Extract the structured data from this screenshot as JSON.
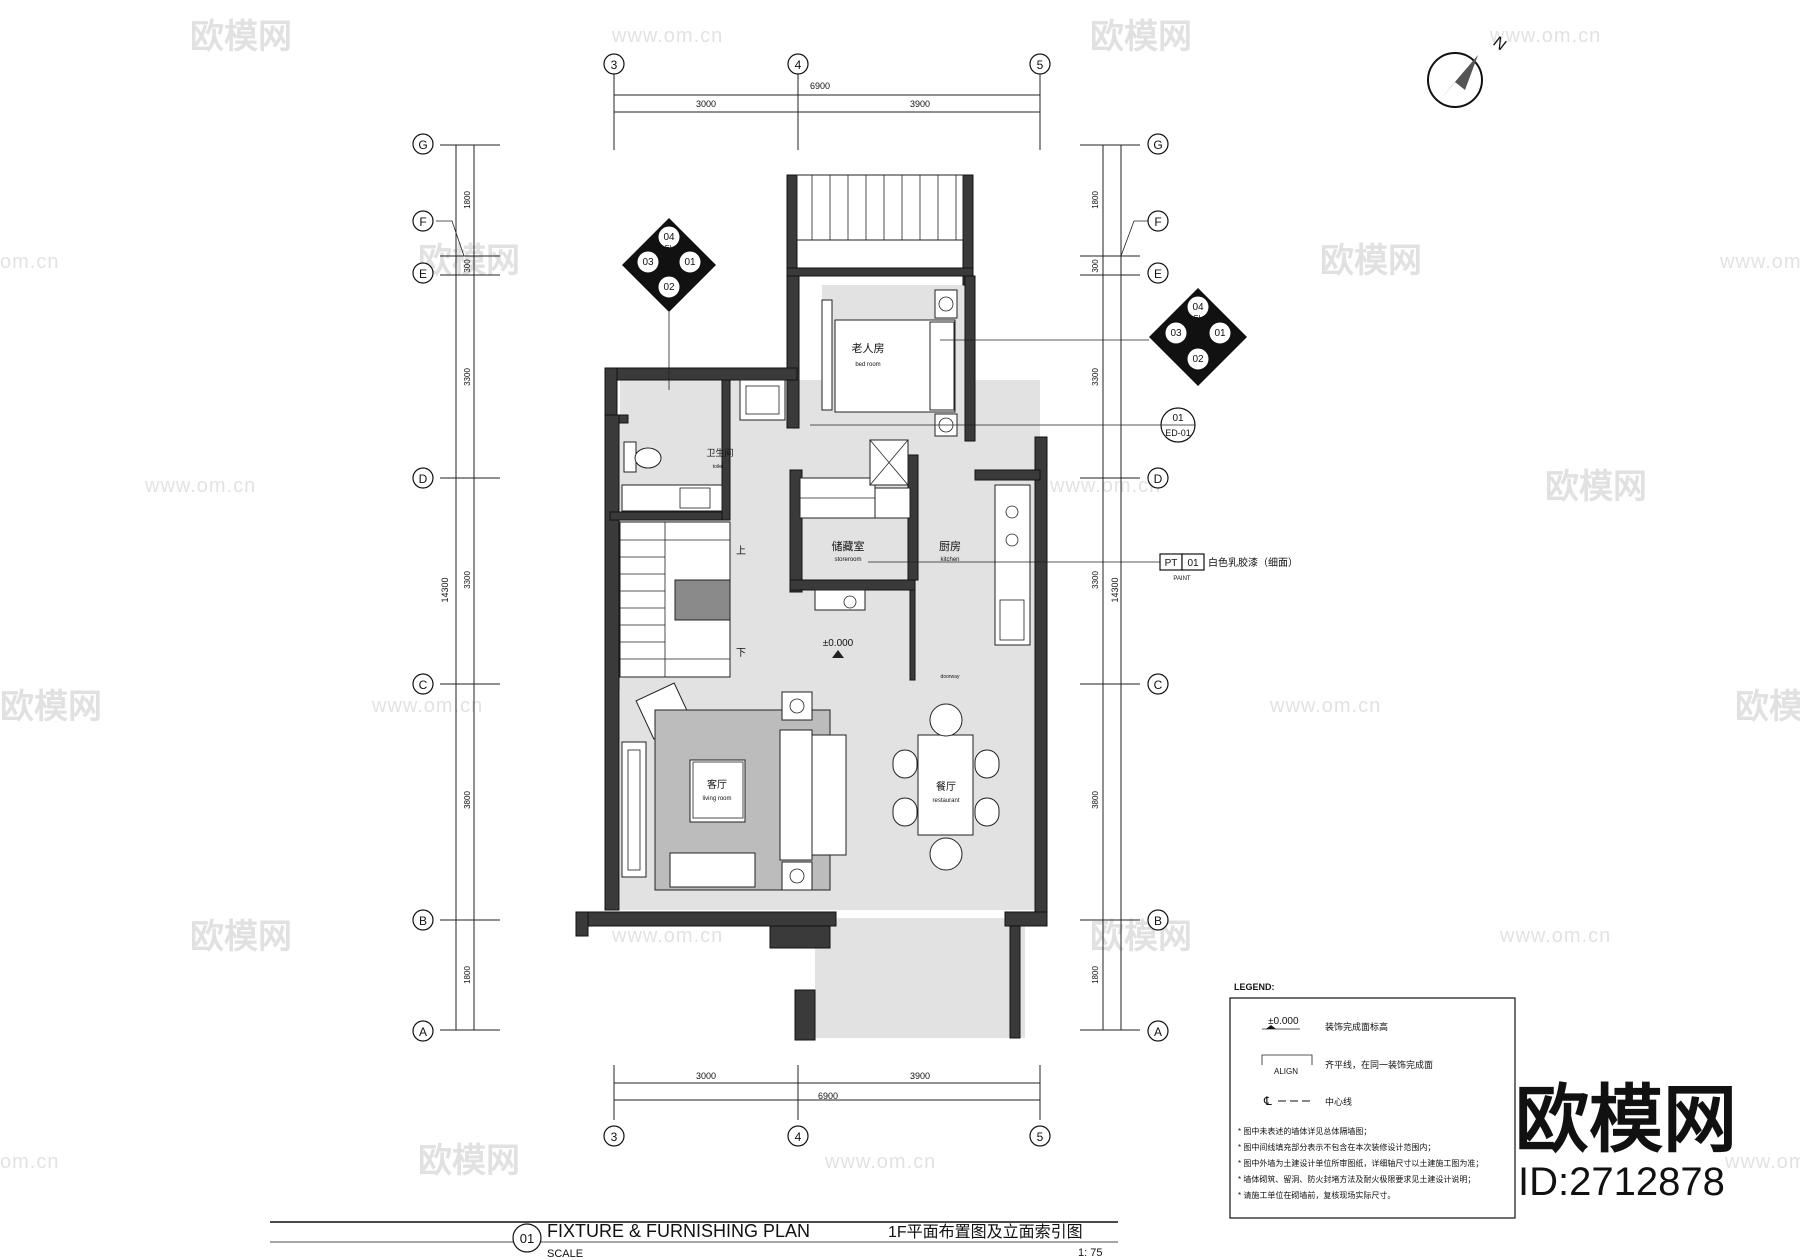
{
  "watermarks": {
    "brand": "欧模网",
    "url": "www.om.cn",
    "url_fragment": "om.cn",
    "big_brand": "欧模网",
    "id_text": "ID:2712878"
  },
  "grid": {
    "top_axes": [
      "3",
      "4",
      "5"
    ],
    "top_dims": [
      "3000",
      "3900"
    ],
    "top_total": "6900",
    "bottom_axes": [
      "3",
      "4",
      "5"
    ],
    "bottom_dims": [
      "3000",
      "3900"
    ],
    "bottom_total": "6900",
    "left_axes": [
      "G",
      "F",
      "E",
      "D",
      "C",
      "B",
      "A"
    ],
    "right_axes": [
      "G",
      "F",
      "E",
      "D",
      "C",
      "B",
      "A"
    ],
    "vertical_dims": [
      "1800",
      "300",
      "3300",
      "3300",
      "3300",
      "3800",
      "1800"
    ],
    "vertical_total": "14300"
  },
  "rooms": {
    "bedroom_cn": "老人房",
    "bedroom_en": "bed room",
    "toilet_cn": "卫生间",
    "toilet_en": "toilet",
    "storeroom_cn": "储藏室",
    "storeroom_en": "storeroom",
    "kitchen_cn": "厨房",
    "kitchen_en": "kitchen",
    "living_cn": "客厅",
    "living_en": "living room",
    "dining_cn": "餐厅",
    "dining_en": "restaurant",
    "up": "上",
    "down": "下",
    "level": "±0.000",
    "doorway": "doorway"
  },
  "index_marks": {
    "left": {
      "n1": "04",
      "n2": "03",
      "n3": "01",
      "n4": "02",
      "ref": "1F-EL-02"
    },
    "right": {
      "n1": "04",
      "n2": "03",
      "n3": "01",
      "n4": "02",
      "ref": "1F-EL-04"
    },
    "detail": {
      "num": "01",
      "ref": "ED-01"
    }
  },
  "paint_tag": {
    "code": "PT",
    "num": "01",
    "label": "PAINT",
    "desc": "白色乳胶漆（细面）"
  },
  "north": "N",
  "legend": {
    "title": "LEGEND:",
    "level_symbol": "±0.000",
    "level_desc": "装饰完成面标高",
    "align_symbol": "ALIGN",
    "align_desc": "齐平线，在同一装饰完成面",
    "center_symbol": "℄",
    "center_desc": "中心线",
    "notes": [
      "* 图中未表述的墙体详见总体隔墙图；",
      "* 图中间线填充部分表示不包含在本次装修设计范围内；",
      "* 图中外墙为土建设计单位所审图纸，详细轴尺寸以土建施工图为准；",
      "* 墙体砌筑、留洞、防火封堵方法及耐火极限要求见土建设计说明；",
      "* 请施工单位在砌墙前，复核现场实际尺寸。"
    ]
  },
  "title_block": {
    "num": "01",
    "title_en": "FIXTURE & FURNISHING PLAN",
    "title_cn": "1F平面布置图及立面索引图",
    "scale_label": "SCALE",
    "scale_value": "1: 75"
  }
}
